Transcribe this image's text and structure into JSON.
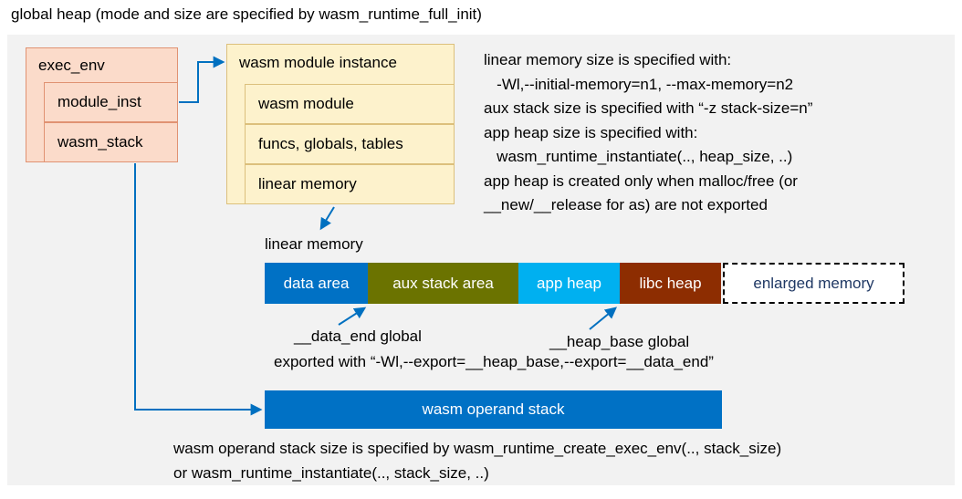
{
  "title": "global heap (mode and size are specified by wasm_runtime_full_init)",
  "exec_env": {
    "label": "exec_env",
    "module_inst": "module_inst",
    "wasm_stack": "wasm_stack"
  },
  "module_instance": {
    "label": "wasm module instance",
    "rows": [
      "wasm module",
      "funcs, globals, tables",
      "linear memory"
    ]
  },
  "notes_right": {
    "lines": [
      "linear memory size is specified with:",
      "   -Wl,--initial-memory=n1, --max-memory=n2",
      "aux stack size is specified with “-z stack-size=n”",
      "app heap size is specified with:",
      "   wasm_runtime_instantiate(.., heap_size, ..)",
      "app heap is created only when malloc/free (or",
      "__new/__release for as) are not exported"
    ]
  },
  "linear_memory": {
    "label": "linear memory",
    "segments": [
      {
        "label": "data area",
        "color": "#0071c5",
        "text": "#ffffff"
      },
      {
        "label": "aux stack area",
        "color": "#6b7300",
        "text": "#ffffff"
      },
      {
        "label": "app heap",
        "color": "#00b0f0",
        "text": "#ffffff"
      },
      {
        "label": "libc heap",
        "color": "#8d2d01",
        "text": "#ffffff"
      },
      {
        "label": "enlarged memory",
        "color": "#ffffff",
        "text": "#1f3864",
        "border_style": "dashed"
      }
    ],
    "data_end_label": "__data_end global",
    "heap_base_label": "__heap_base global",
    "export_note": "exported with “-Wl,--export=__heap_base,--export=__data_end”"
  },
  "operand_stack": {
    "label": "wasm operand stack",
    "color": "#0071c5",
    "notes": [
      "wasm operand stack size is specified by wasm_runtime_create_exec_env(.., stack_size)",
      "or wasm_runtime_instantiate(.., stack_size, ..)"
    ]
  },
  "colors": {
    "panel_bg": "#f2f2f2",
    "env_box_fill": "#fbdbca",
    "env_box_border": "#e09272",
    "module_box_fill": "#fdf2cc",
    "module_box_border": "#dcc07c",
    "arrow": "#0070c0"
  }
}
